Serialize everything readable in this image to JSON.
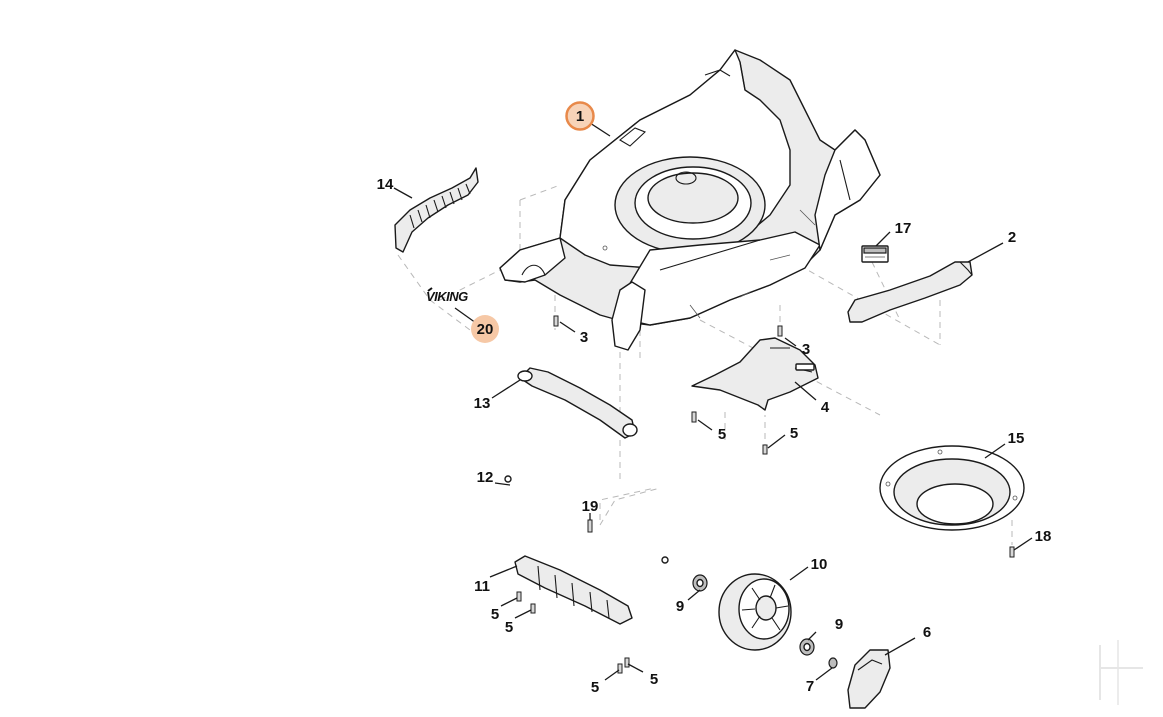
{
  "brand": {
    "logo_text": "VIKING"
  },
  "colors": {
    "highlight_ring": "#e8894a",
    "highlight_fill": "#f7d3b8",
    "highlight_soft": "#f6c8a6",
    "line": "#1a1a1a"
  },
  "callouts": [
    {
      "id": "1",
      "label": "1",
      "style": "ring"
    },
    {
      "id": "2",
      "label": "2",
      "style": "plain"
    },
    {
      "id": "3a",
      "label": "3",
      "style": "plain"
    },
    {
      "id": "3b",
      "label": "3",
      "style": "plain"
    },
    {
      "id": "4",
      "label": "4",
      "style": "plain"
    },
    {
      "id": "5a",
      "label": "5",
      "style": "plain"
    },
    {
      "id": "5b",
      "label": "5",
      "style": "plain"
    },
    {
      "id": "5c",
      "label": "5",
      "style": "plain"
    },
    {
      "id": "5d",
      "label": "5",
      "style": "plain"
    },
    {
      "id": "5e",
      "label": "5",
      "style": "plain"
    },
    {
      "id": "5f",
      "label": "5",
      "style": "plain"
    },
    {
      "id": "6",
      "label": "6",
      "style": "plain"
    },
    {
      "id": "7",
      "label": "7",
      "style": "plain"
    },
    {
      "id": "9a",
      "label": "9",
      "style": "plain"
    },
    {
      "id": "9b",
      "label": "9",
      "style": "plain"
    },
    {
      "id": "10",
      "label": "10",
      "style": "plain"
    },
    {
      "id": "11",
      "label": "11",
      "style": "plain"
    },
    {
      "id": "12",
      "label": "12",
      "style": "plain"
    },
    {
      "id": "13",
      "label": "13",
      "style": "plain"
    },
    {
      "id": "14",
      "label": "14",
      "style": "plain"
    },
    {
      "id": "15",
      "label": "15",
      "style": "plain"
    },
    {
      "id": "17",
      "label": "17",
      "style": "plain"
    },
    {
      "id": "18",
      "label": "18",
      "style": "plain"
    },
    {
      "id": "19",
      "label": "19",
      "style": "plain"
    },
    {
      "id": "20",
      "label": "20",
      "style": "soft"
    }
  ]
}
